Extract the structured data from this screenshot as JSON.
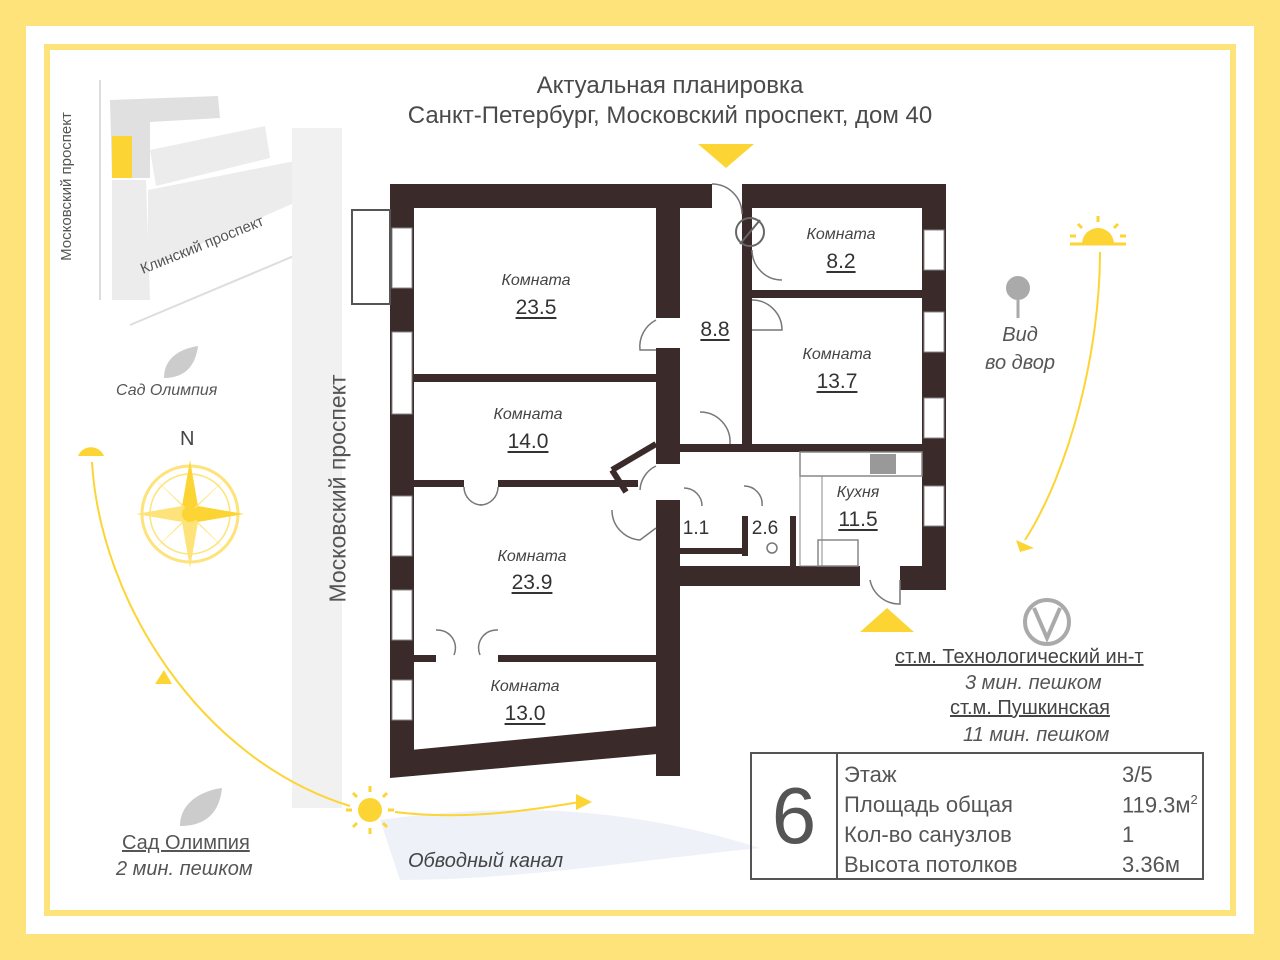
{
  "header": {
    "line1": "Актуальная планировка",
    "line2": "Санкт-Петербург, Московский проспект, дом 40"
  },
  "streets": {
    "map_moskovsky": "Московский проспект",
    "map_klinsky": "Клинский проспект",
    "main_moskovsky": "Московский проспект",
    "obvodny": "Обводный канал"
  },
  "landmarks": {
    "garden_top": "Сад Олимпия",
    "garden_bottom": "Сад Олимпия",
    "garden_walk": "2 мин. пешком",
    "view_line1": "Вид",
    "view_line2": "во двор",
    "compass_north": "N"
  },
  "metro": {
    "station1": "ст.м. Технологический ин-т",
    "walk1": "3 мин. пешком",
    "station2": "ст.м. Пушкинская",
    "walk2": "11 мин. пешком"
  },
  "rooms": [
    {
      "label": "Комната",
      "area": "23.5"
    },
    {
      "label": "Комната",
      "area": "14.0"
    },
    {
      "label": "Комната",
      "area": "23.9"
    },
    {
      "label": "Комната",
      "area": "13.0"
    },
    {
      "label": "Комната",
      "area": "8.2"
    },
    {
      "label": "Комната",
      "area": "13.7"
    },
    {
      "label": "Кухня",
      "area": "11.5"
    }
  ],
  "small_rooms": {
    "hall": "8.8",
    "wc": "1.1",
    "bath": "2.6"
  },
  "info": {
    "number": "6",
    "rows": [
      {
        "label": "Этаж",
        "value": "3/5"
      },
      {
        "label": "Площадь общая",
        "value": "119.3м",
        "sup": "2"
      },
      {
        "label": "Кол-во санузлов",
        "value": "1"
      },
      {
        "label": "Высота потолков",
        "value": "3.36м"
      }
    ]
  },
  "colors": {
    "accent": "#fde37a",
    "sun": "#fcd535",
    "wall": "#3a2a2a",
    "gray": "#e6e6e6"
  }
}
